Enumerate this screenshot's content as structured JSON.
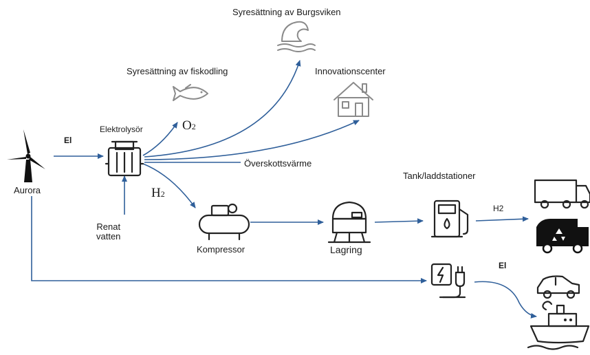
{
  "colors": {
    "arrow": "#2f5f9a",
    "icon": "#222222",
    "icon_faded": "#8a8a8a"
  },
  "labels": {
    "burgsviken": "Syresättning av Burgsviken",
    "fiskodling": "Syresättning av fiskodling",
    "innovation": "Innovationscenter",
    "elektrolysor": "Elektrolysör",
    "el_wind": "El",
    "o2": "O",
    "o2_sub": "2",
    "aurora": "Aurora",
    "overskott": "Överskottsvärme",
    "tank": "Tank/laddstationer",
    "h2_main": "H",
    "h2_main_sub": "2",
    "renat_line1": "Renat",
    "renat_line2": "vatten",
    "kompressor": "Kompressor",
    "lagring": "Lagring",
    "h2_truck": "H2",
    "el_charge": "El"
  },
  "icons": [
    "wind-turbine-icon",
    "electrolyzer-icon",
    "fish-icon",
    "wave-icon",
    "house-icon",
    "compressor-icon",
    "storage-tank-icon",
    "fuel-pump-icon",
    "truck-icon",
    "garbage-truck-icon",
    "charging-station-icon",
    "car-icon",
    "ship-icon"
  ]
}
